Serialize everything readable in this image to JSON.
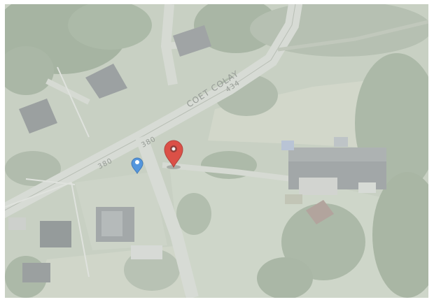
{
  "map": {
    "road_name": "COET COLAY",
    "road_number_right": "434",
    "road_number_junction": "380",
    "road_number_left": "380"
  },
  "markers": {
    "primary": {
      "icon": "map-pin-red-icon",
      "color": "#d42a1f"
    },
    "secondary": {
      "icon": "map-pin-blue-icon",
      "color": "#2f7fd6"
    }
  },
  "colors": {
    "road": "#c9cfc6",
    "tree_dark": "#8fa08a",
    "tree_mid": "#a4b29f",
    "field": "#c3ccbd",
    "roof": "#8c9293"
  }
}
